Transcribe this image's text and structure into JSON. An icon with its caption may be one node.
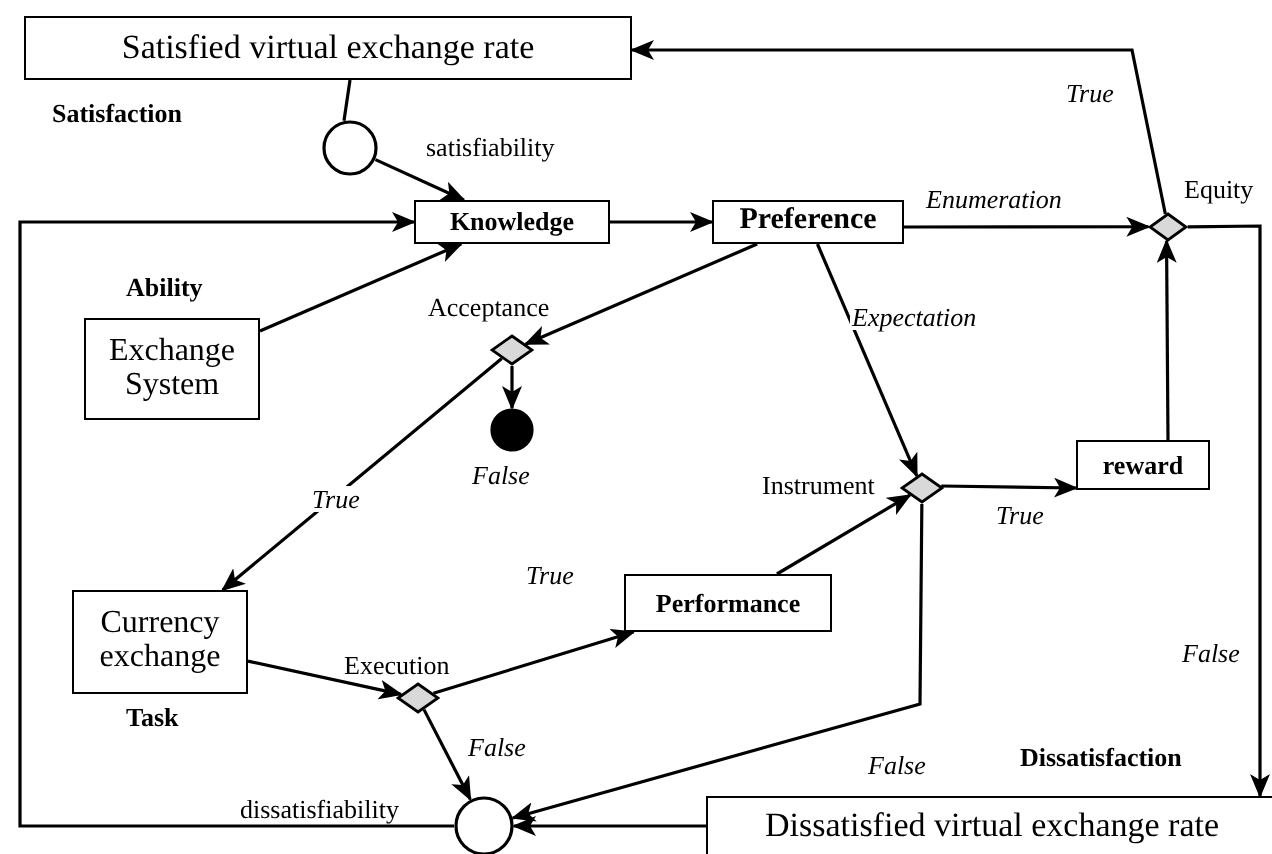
{
  "diagram": {
    "nodes": [
      {
        "text": [
          "Satisfied virtual exchange rate"
        ],
        "beside": [
          "Satisfaction"
        ]
      },
      {
        "text": [],
        "shape": "circle",
        "beside": [
          "satisfiability"
        ]
      },
      {
        "text": [
          "Knowledge"
        ]
      },
      {
        "text": [
          "Preference"
        ]
      },
      {
        "text": [],
        "shape": "diamond",
        "beside": [
          "Equity"
        ]
      },
      {
        "text": [
          "Exchange System"
        ],
        "beside": [
          "Ability"
        ]
      },
      {
        "text": [],
        "shape": "diamond",
        "beside": [
          "Acceptance"
        ]
      },
      {
        "text": [],
        "shape": "circle",
        "beside": [
          "False"
        ]
      },
      {
        "text": [],
        "shape": "diamond",
        "beside": [
          "Instrument"
        ]
      },
      {
        "text": [
          "reward"
        ]
      },
      {
        "text": [
          "Currency exchange"
        ],
        "beside": [
          "Task"
        ]
      },
      {
        "text": [
          "Performance"
        ]
      },
      {
        "text": [],
        "shape": "diamond",
        "beside": [
          "Execution"
        ]
      },
      {
        "text": [],
        "shape": "circle",
        "beside": [
          "dissatisfiability"
        ]
      },
      {
        "text": [
          "Dissatisfied virtual exchange rate"
        ],
        "beside": [
          "Dissatisfaction"
        ]
      }
    ],
    "edges": [
      {
        "from": 0,
        "to": 1,
        "arrow": "none"
      },
      {
        "from": 1,
        "to": 2,
        "arrow": "to"
      },
      {
        "from": 5,
        "to": 2,
        "arrow": "to"
      },
      {
        "from": 13,
        "to": 2,
        "arrow": "to"
      },
      {
        "from": 2,
        "to": 3,
        "arrow": "to"
      },
      {
        "from": 3,
        "to": 4,
        "arrow": "to",
        "label": "Enumeration"
      },
      {
        "from": 4,
        "to": 0,
        "arrow": "to",
        "label": "True"
      },
      {
        "from": 3,
        "to": 6,
        "arrow": "to"
      },
      {
        "from": 3,
        "to": 8,
        "arrow": "to",
        "label": "Expectation"
      },
      {
        "from": 6,
        "to": 7,
        "arrow": "to"
      },
      {
        "from": 6,
        "to": 10,
        "arrow": "to",
        "label": "True"
      },
      {
        "from": 9,
        "to": 4,
        "arrow": "to"
      },
      {
        "from": 4,
        "to": 14,
        "arrow": "to",
        "label": "False"
      },
      {
        "from": 8,
        "to": 9,
        "arrow": "to",
        "label": "True"
      },
      {
        "from": 10,
        "to": 12,
        "arrow": "to"
      },
      {
        "from": 12,
        "to": 11,
        "arrow": "to",
        "label": "True"
      },
      {
        "from": 11,
        "to": 8,
        "arrow": "to"
      },
      {
        "from": 12,
        "to": 13,
        "arrow": "to",
        "label": "False"
      },
      {
        "from": 8,
        "to": 13,
        "arrow": "to",
        "label": "False"
      },
      {
        "from": 14,
        "to": 13,
        "arrow": "to"
      }
    ]
  }
}
